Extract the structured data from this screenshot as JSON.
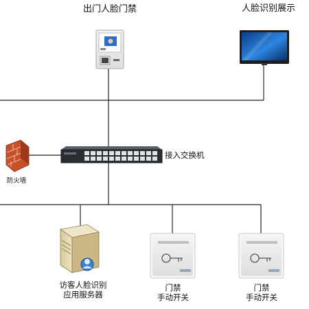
{
  "nodes": {
    "exit_face_access": {
      "label": "出门人脸门禁",
      "icon": "face-recognition-terminal-icon"
    },
    "face_display": {
      "label": "人脸识别展示",
      "icon": "monitor-icon"
    },
    "firewall": {
      "label": "防火墙",
      "icon": "firewall-icon"
    },
    "switch": {
      "label": "接入交换机",
      "icon": "network-switch-icon"
    },
    "visitor_server": {
      "label_line1": "访客人脸识别",
      "label_line2": "应用服务器",
      "icon": "server-icon"
    },
    "door_button_1": {
      "label_line1": "门禁",
      "label_line2": "手动开关",
      "icon": "exit-button-icon"
    },
    "door_button_2": {
      "label_line1": "门禁",
      "label_line2": "手动开关",
      "icon": "exit-button-icon"
    }
  },
  "colors": {
    "line": "#222222",
    "firewall": "#c8502a",
    "switch": "#2a2e33",
    "monitor_screen": "#1f63b8"
  }
}
